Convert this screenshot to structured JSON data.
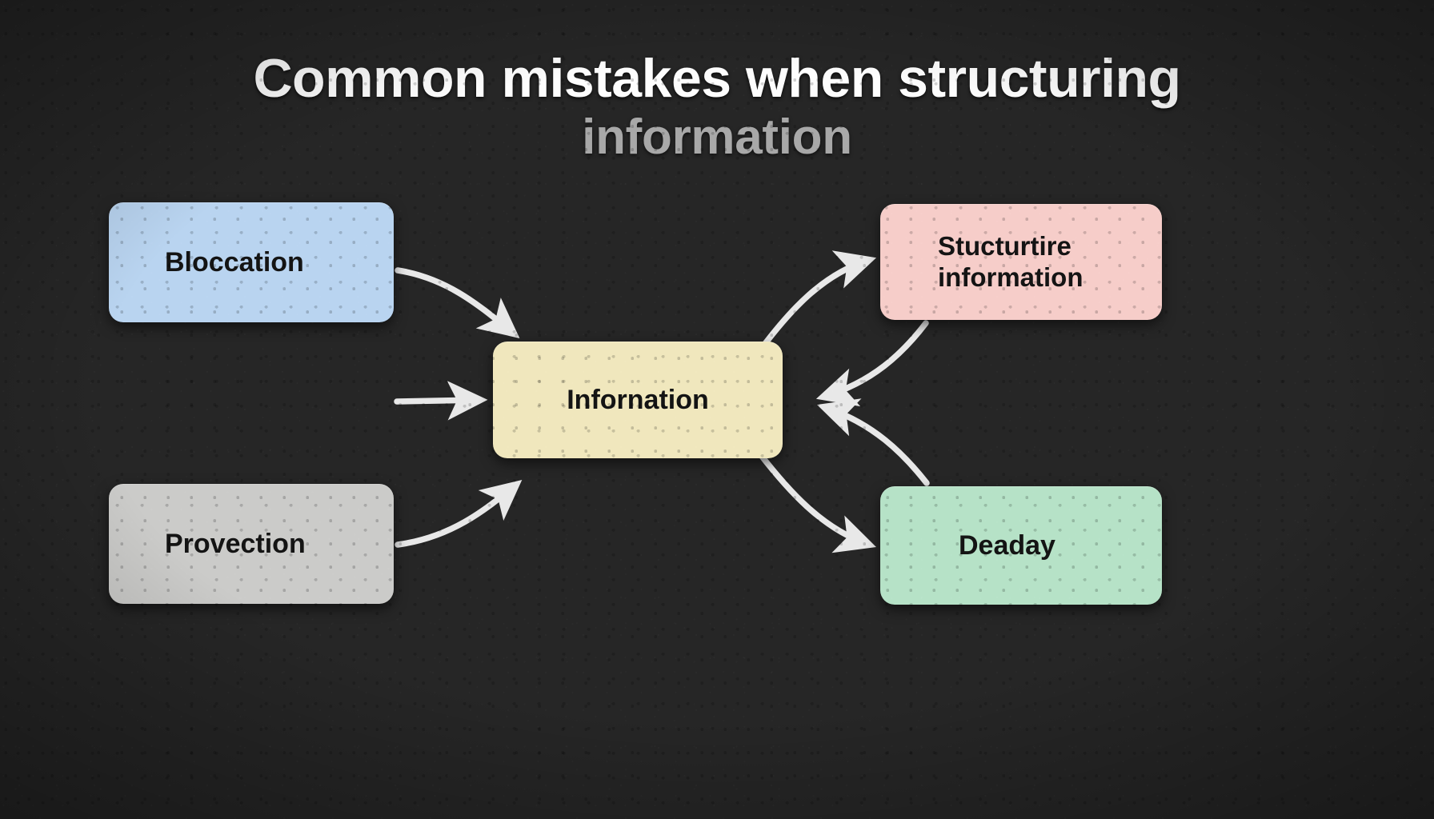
{
  "title": {
    "line1": "Common mistakes when structuring",
    "line2": "information"
  },
  "nodes": {
    "top_left": {
      "label": "Bloccation",
      "color": "#b9d4f0"
    },
    "bottom_left": {
      "label": "Provection",
      "color": "#cbcbc9"
    },
    "center": {
      "label": "Infornation",
      "color": "#f0e7bd"
    },
    "top_right": {
      "label": "Stucturtire\ninformation",
      "color": "#f6cdc9"
    },
    "bottom_right": {
      "label": "Deaday",
      "color": "#b6e2c7"
    }
  },
  "arrows": [
    {
      "name": "bloccation-to-center",
      "from": "top_left",
      "to": "center",
      "direction": "inbound"
    },
    {
      "name": "provection-to-center",
      "from": "bottom_left",
      "to": "center",
      "direction": "inbound"
    },
    {
      "name": "left-stub-to-center",
      "from": "left-edge",
      "to": "center",
      "direction": "inbound"
    },
    {
      "name": "center-to-stucturtire",
      "from": "center",
      "to": "top_right",
      "direction": "outbound"
    },
    {
      "name": "stucturtire-to-center",
      "from": "top_right",
      "to": "center",
      "direction": "inbound"
    },
    {
      "name": "center-to-deaday",
      "from": "center",
      "to": "bottom_right",
      "direction": "outbound"
    },
    {
      "name": "deaday-to-center",
      "from": "bottom_right",
      "to": "center",
      "direction": "inbound"
    }
  ],
  "colors": {
    "background": "#262626",
    "title_primary": "#fdfdfd",
    "title_secondary": "#a8a8a8",
    "arrow": "#e8e8e8",
    "node_text": "#141414"
  }
}
